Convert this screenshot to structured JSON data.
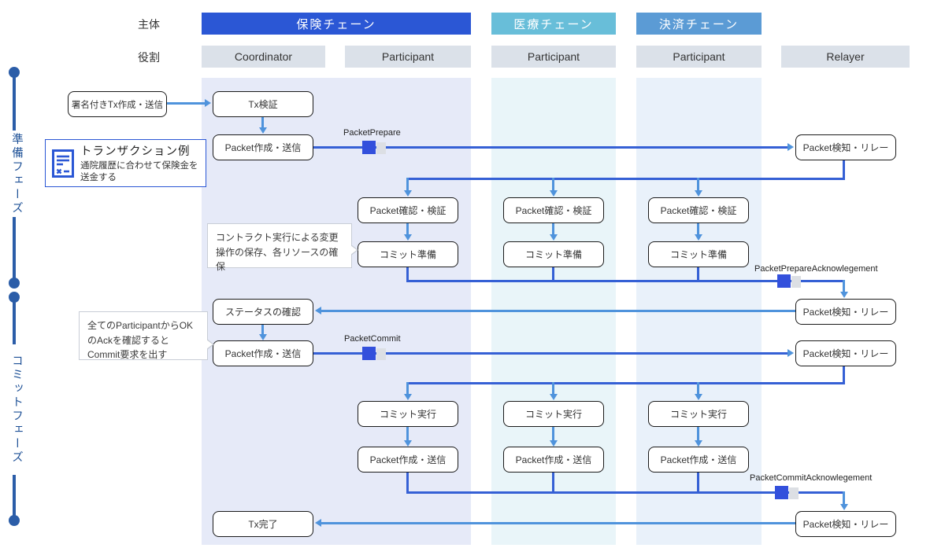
{
  "labels": {
    "subject": "主体",
    "role": "役割"
  },
  "chains": {
    "insurance": "保険チェーン",
    "medical": "医療チェーン",
    "settlement": "決済チェーン"
  },
  "roles": {
    "coordinator": "Coordinator",
    "participant": "Participant",
    "relayer": "Relayer"
  },
  "phases": {
    "prepare": "準備フェーズ",
    "commit": "コミットフェーズ"
  },
  "boxes": {
    "sign_tx": "署名付きTx作成・送信",
    "tx_verify": "Tx検証",
    "packet_send": "Packet作成・送信",
    "packet_detect": "Packet検知・リレー",
    "packet_verify": "Packet確認・検証",
    "commit_prepare": "コミット準備",
    "status_check": "ステータスの確認",
    "commit_exec": "コミット実行",
    "tx_done": "Tx完了"
  },
  "packets": {
    "prepare": "PacketPrepare",
    "prepare_ack": "PacketPrepareAcknowlegement",
    "commit": "PacketCommit",
    "commit_ack": "PacketCommitAcknowlegement"
  },
  "notes": {
    "example_title": "トランザクション例",
    "example_body": "通院履歴に合わせて保険金を送金する",
    "prepare_note": "コントラクト実行による変更操作の保存、各リソースの確保",
    "commit_note": "全てのParticipantからOKのAckを確認するとCommit要求を出す"
  },
  "colors": {
    "insurance_header": "#2b57d5",
    "medical_header": "#68bed9",
    "settlement_header": "#5b9bd5",
    "role_bg": "#dbe1e9",
    "line_light": "#4f93dc",
    "line_dark": "#3560d5",
    "packet_square": "#3350dc",
    "phase_rail": "#2b5da8"
  }
}
